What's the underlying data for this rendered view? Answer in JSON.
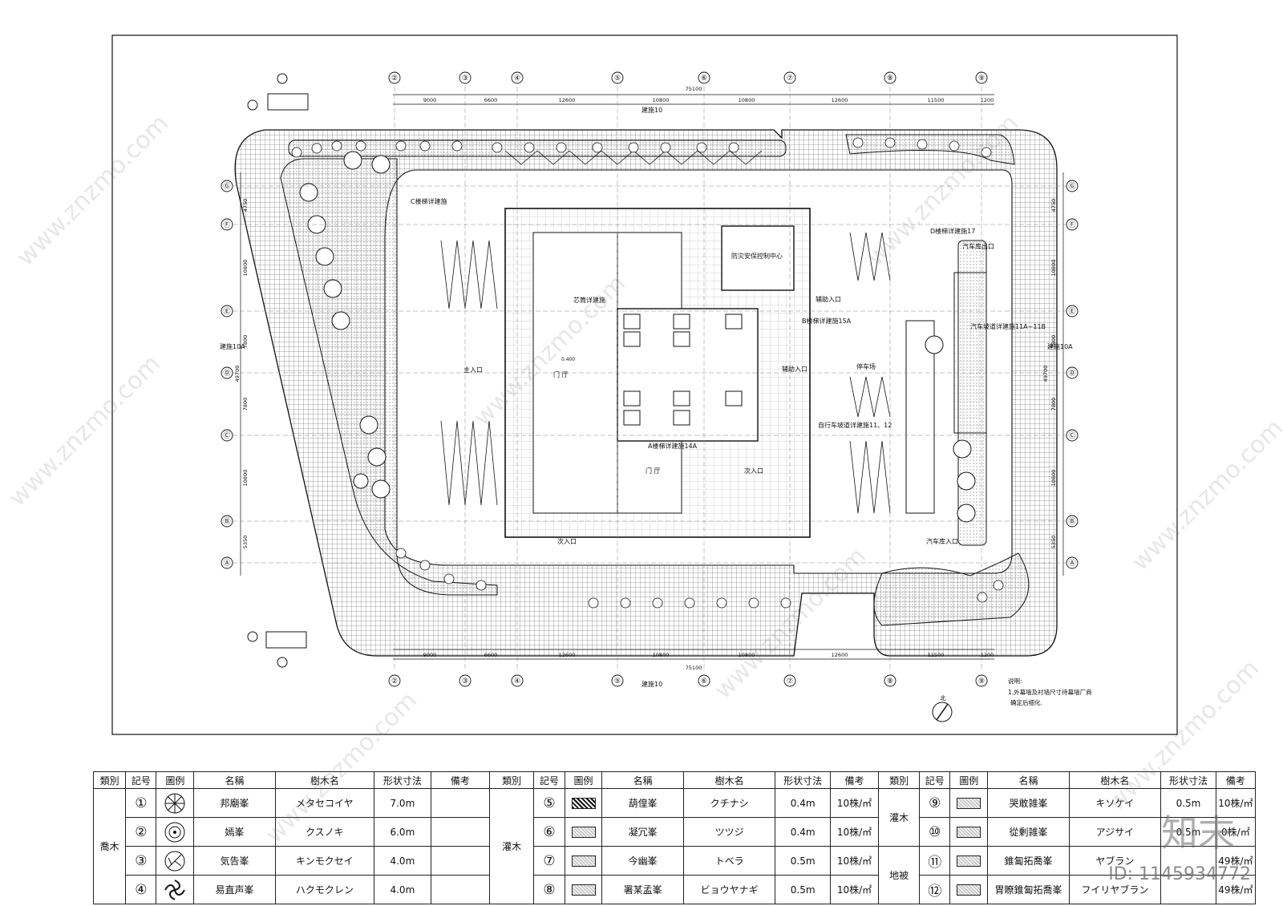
{
  "plan": {
    "grid_cols": [
      "②",
      "③",
      "④",
      "⑤",
      "⑥",
      "⑦",
      "⑧",
      "⑨"
    ],
    "grid_rows": [
      "Ⓖ",
      "Ⓕ",
      "Ⓔ",
      "Ⓓ",
      "Ⓒ",
      "Ⓑ",
      "Ⓐ"
    ],
    "col_dims": [
      "9000",
      "6600",
      "12600",
      "10800",
      "10800",
      "12600",
      "11500",
      "1200"
    ],
    "total_width": "75100",
    "row_dims": [
      "4750",
      "10800",
      "7800",
      "7800",
      "10800",
      "5350"
    ],
    "total_height": "49700",
    "section_mark_top": "建施10",
    "section_mark_bottom": "建施10",
    "section_mark_side": "建施10A",
    "labels": {
      "hall_top": "门 厅",
      "hall_bottom": "门 厅",
      "main_entrance": "主入口",
      "aux_entrance": "辅助入口",
      "secondary_entrance_1": "次入口",
      "secondary_entrance_2": "次入口",
      "control_center": "防灾安保控制中心",
      "stair_a": "A楼梯详建施14A",
      "stair_b": "B楼梯详建施15A",
      "stair_c": "C楼梯详建施",
      "stair_d": "D楼梯详建施17",
      "core": "芯筒详建施",
      "car_exit": "汽车库出口",
      "car_entrance": "汽车库入口",
      "ramp": "汽车坡道详建施11A~11B",
      "bike_ramp": "自行车坡道详建施11、12",
      "parking": "停车场",
      "elev_a": "0.400",
      "note_title": "说明:",
      "note_1": "1.外幕墙及衬墙尺寸待幕墙厂商",
      "note_2": "确定后细化.",
      "north": "北"
    }
  },
  "legend": {
    "headers": [
      "類別",
      "記号",
      "圖例",
      "名稱",
      "樹木名",
      "形状寸法",
      "備考"
    ],
    "groups": [
      {
        "category": "喬木",
        "rows": [
          {
            "num": "①",
            "symbol": "tree-star",
            "name": "邦廟峯",
            "tree": "メタセコイヤ",
            "size": "7.0m",
            "note": ""
          },
          {
            "num": "②",
            "symbol": "tree-round",
            "name": "嫣峯",
            "tree": "クスノキ",
            "size": "6.0m",
            "note": ""
          },
          {
            "num": "③",
            "symbol": "tree-branch",
            "name": "気告峯",
            "tree": "キンモクセイ",
            "size": "4.0m",
            "note": ""
          },
          {
            "num": "④",
            "symbol": "tree-swirl",
            "name": "易直声峯",
            "tree": "ハクモクレン",
            "size": "4.0m",
            "note": ""
          }
        ]
      },
      {
        "category": "灌木",
        "rows": [
          {
            "num": "⑤",
            "symbol": "hatch-dark",
            "name": "葫偟峯",
            "tree": "クチナシ",
            "size": "0.4m",
            "note": "10株/㎡"
          },
          {
            "num": "⑥",
            "symbol": "hatch-light",
            "name": "凝冗峯",
            "tree": "ツツジ",
            "size": "0.4m",
            "note": "10株/㎡"
          },
          {
            "num": "⑦",
            "symbol": "hatch-light",
            "name": "今幽峯",
            "tree": "トベラ",
            "size": "0.5m",
            "note": "10株/㎡"
          },
          {
            "num": "⑧",
            "symbol": "hatch-light",
            "name": "署某孟峯",
            "tree": "ビョウヤナギ",
            "size": "0.5m",
            "note": "10株/㎡"
          }
        ]
      },
      {
        "category_a": "灌木",
        "category_b": "地被",
        "rows": [
          {
            "num": "⑨",
            "symbol": "hatch-light",
            "name": "哭敢雑峯",
            "tree": "キソケイ",
            "size": "0.5m",
            "note": "10株/㎡"
          },
          {
            "num": "⑩",
            "symbol": "hatch-light",
            "name": "從剰雑峯",
            "tree": "アジサイ",
            "size": "0.5m",
            "note": "0株/㎡"
          },
          {
            "num": "⑪",
            "symbol": "hatch-light",
            "name": "錐匐拓喬峯",
            "tree": "ヤブラン",
            "size": "",
            "note": "49株/㎡"
          },
          {
            "num": "⑫",
            "symbol": "hatch-light",
            "name": "胃瞭錐匐拓喬峯",
            "tree": "フイリヤブラン",
            "size": "",
            "note": "49株/㎡"
          }
        ]
      }
    ]
  },
  "watermark": {
    "site": "www.znzmo.com",
    "brand": "知末",
    "id": "ID: 1145934772"
  }
}
